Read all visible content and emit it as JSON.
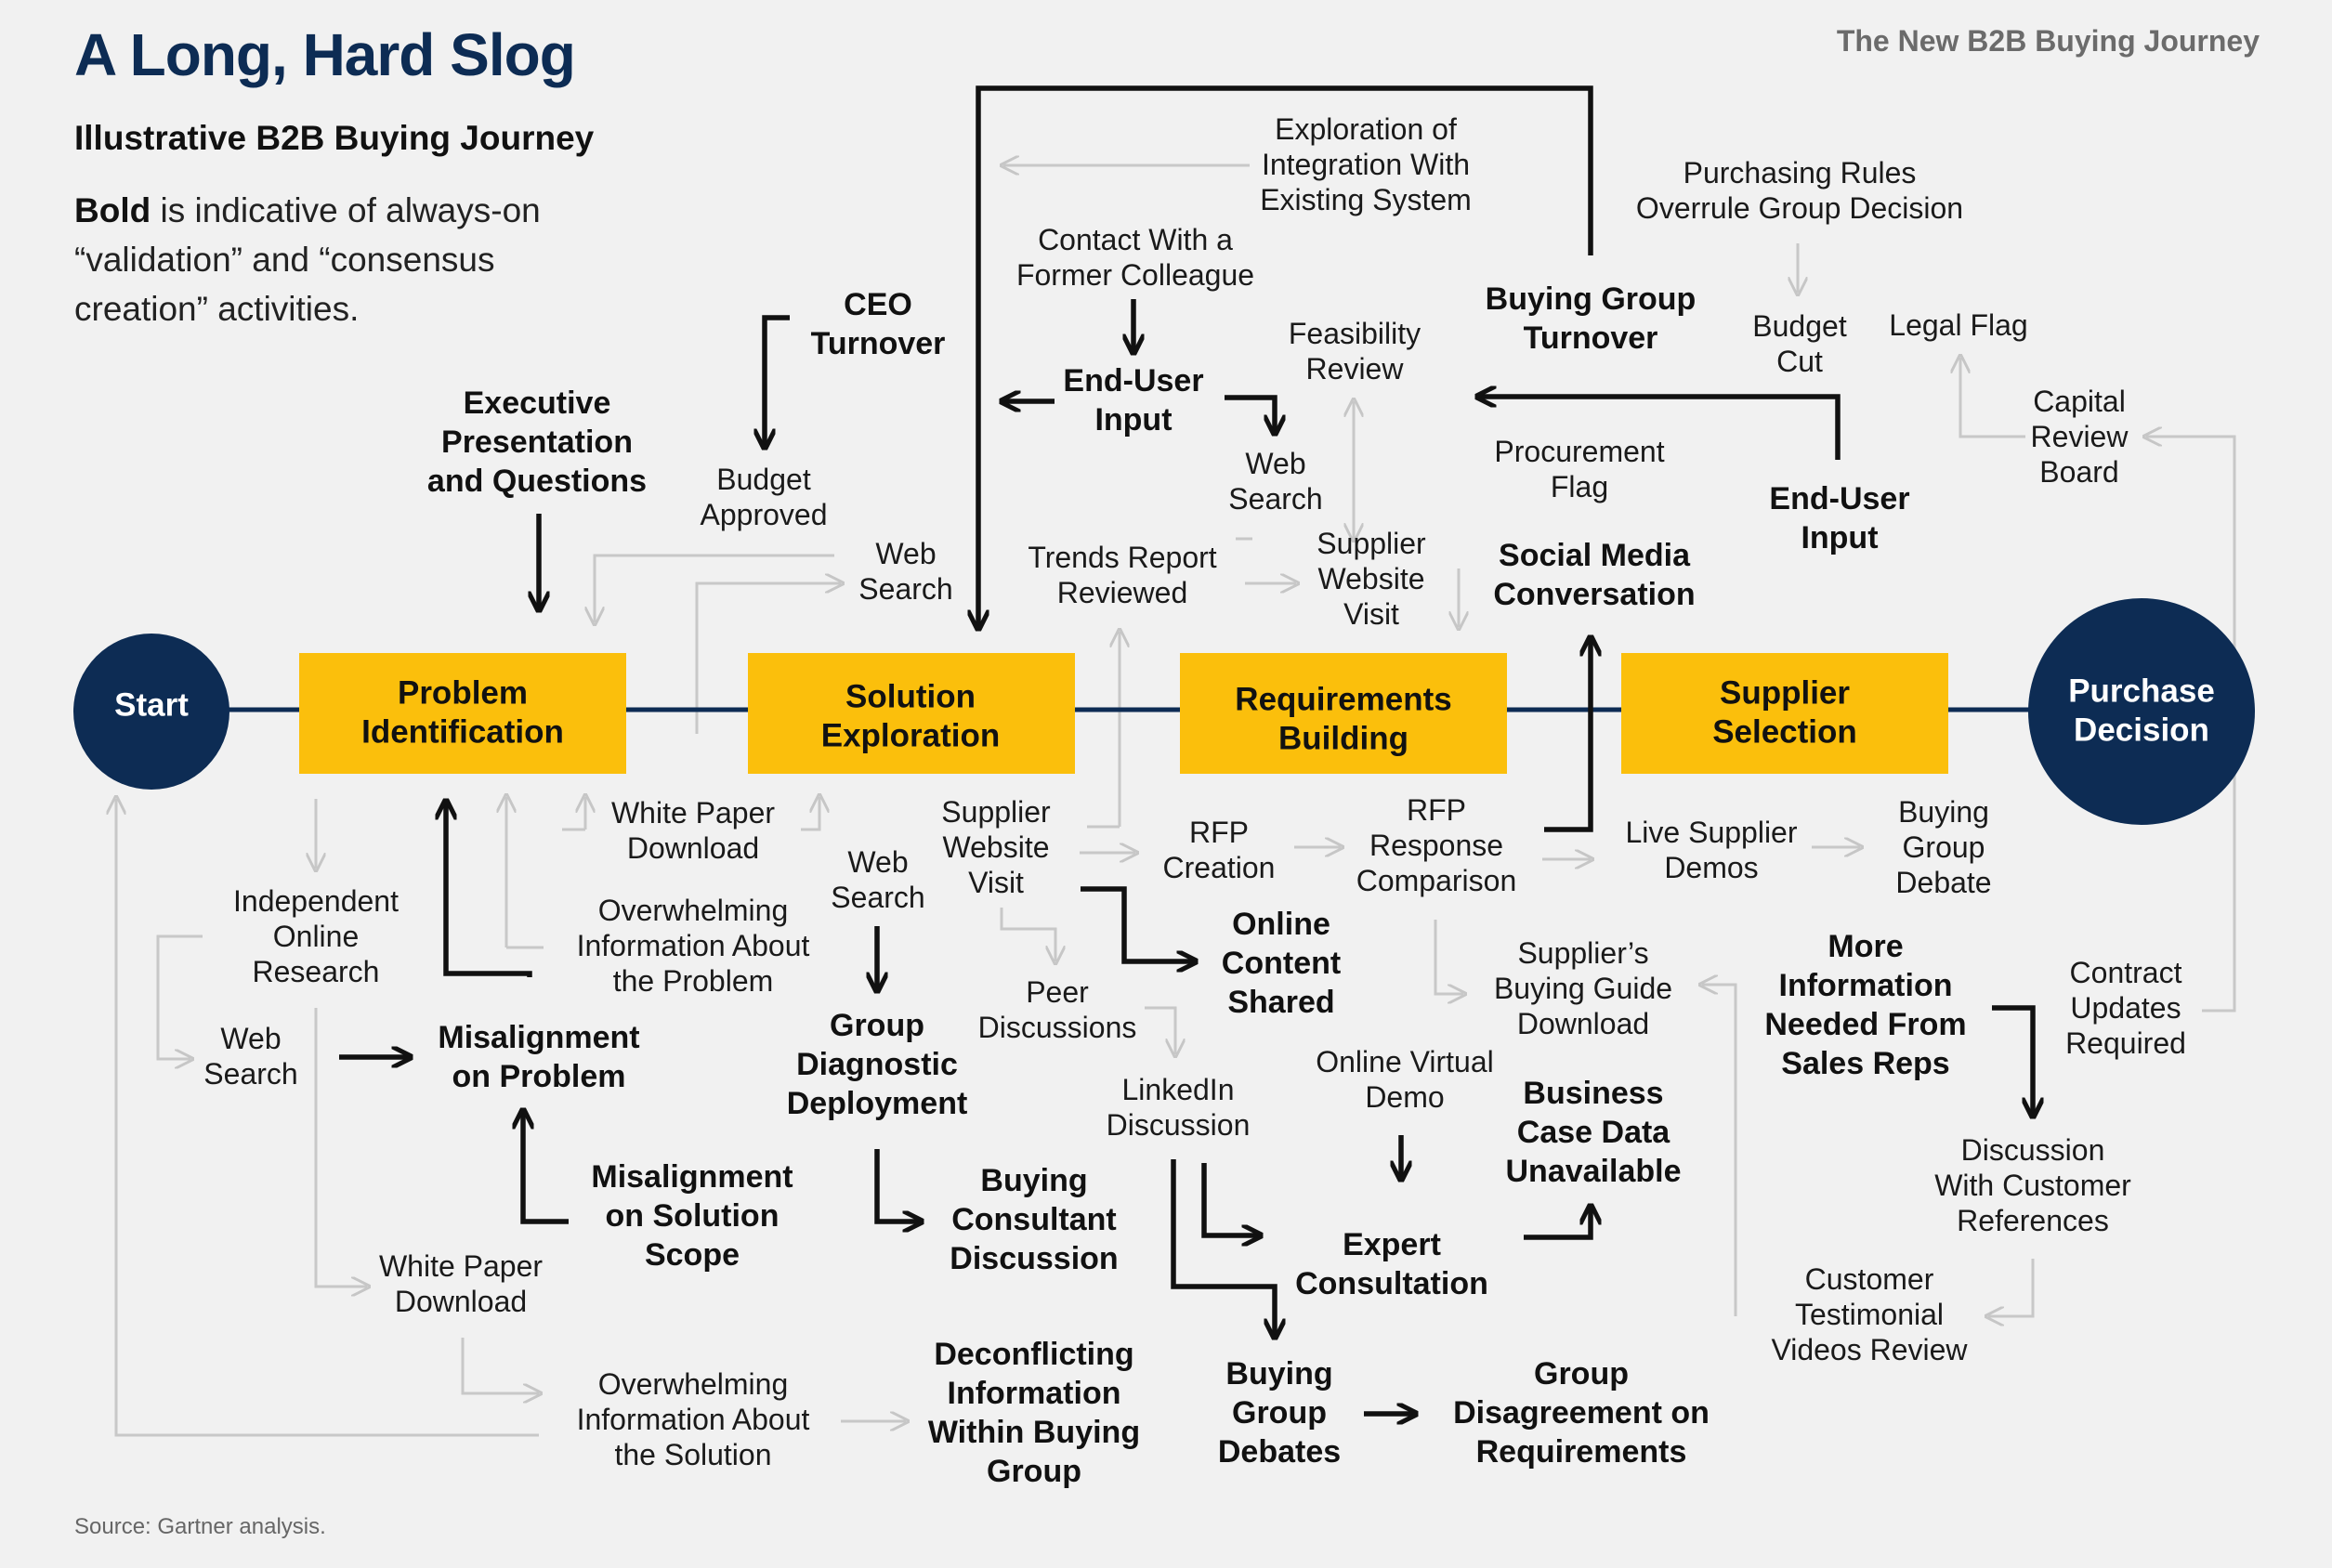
{
  "header": {
    "title": "A Long, Hard Slog",
    "subtitle": "Illustrative B2B Buying Journey",
    "note_bold": "Bold",
    "note_rest": " is indicative of always-on “validation” and “consensus creation” activities.",
    "brand": "The New B2B Buying Journey"
  },
  "footer": {
    "source": "Source: Gartner analysis."
  },
  "colors": {
    "navy": "#0d2c54",
    "yellow": "#fbbf0c",
    "black_arrow": "#111111",
    "gray_arrow": "#c8c8c8",
    "background": "#f1f1f1"
  },
  "nodes": {
    "start": {
      "label": "Start"
    },
    "purchase": {
      "label": [
        "Purchase",
        "Decision"
      ]
    },
    "stages": [
      {
        "label": [
          "Problem",
          "Identification"
        ]
      },
      {
        "label": [
          "Solution",
          "Exploration"
        ]
      },
      {
        "label": [
          "Requirements",
          "Building"
        ]
      },
      {
        "label": [
          "Supplier",
          "Selection"
        ]
      }
    ]
  },
  "activities": {
    "bold": [
      {
        "label": [
          "Executive",
          "Presentation",
          "and Questions"
        ]
      },
      {
        "label": [
          "CEO",
          "Turnover"
        ]
      },
      {
        "label": [
          "End-User",
          "Input"
        ]
      },
      {
        "label": [
          "Buying Group",
          "Turnover"
        ]
      },
      {
        "label": [
          "End-User",
          "Input"
        ]
      },
      {
        "label": [
          "Social Media",
          "Conversation"
        ]
      },
      {
        "label": [
          "Misalignment",
          "on Problem"
        ]
      },
      {
        "label": [
          "Misalignment",
          "on Solution",
          "Scope"
        ]
      },
      {
        "label": [
          "Group",
          "Diagnostic",
          "Deployment"
        ]
      },
      {
        "label": [
          "Buying",
          "Consultant",
          "Discussion"
        ]
      },
      {
        "label": [
          "Online",
          "Content",
          "Shared"
        ]
      },
      {
        "label": [
          "Deconflicting",
          "Information",
          "Within Buying",
          "Group"
        ]
      },
      {
        "label": [
          "Buying",
          "Group",
          "Debates"
        ]
      },
      {
        "label": [
          "Group",
          "Disagreement on",
          "Requirements"
        ]
      },
      {
        "label": [
          "Expert",
          "Consultation"
        ]
      },
      {
        "label": [
          "Business",
          "Case Data",
          "Unavailable"
        ]
      },
      {
        "label": [
          "More",
          "Information",
          "Needed From",
          "Sales Reps"
        ]
      }
    ],
    "regular": [
      {
        "label": [
          "Budget",
          "Approved"
        ]
      },
      {
        "label": [
          "Web",
          "Search"
        ]
      },
      {
        "label": [
          "Exploration of",
          "Integration With",
          "Existing System"
        ]
      },
      {
        "label": [
          "Contact With a",
          "Former Colleague"
        ]
      },
      {
        "label": [
          "Feasibility",
          "Review"
        ]
      },
      {
        "label": [
          "Web",
          "Search"
        ]
      },
      {
        "label": [
          "Trends Report",
          "Reviewed"
        ]
      },
      {
        "label": [
          "Supplier",
          "Website",
          "Visit"
        ]
      },
      {
        "label": [
          "Procurement",
          "Flag"
        ]
      },
      {
        "label": [
          "Purchasing Rules",
          "Overrule Group Decision"
        ]
      },
      {
        "label": [
          "Budget",
          "Cut"
        ]
      },
      {
        "label": [
          "Legal Flag"
        ]
      },
      {
        "label": [
          "Capital",
          "Review",
          "Board"
        ]
      },
      {
        "label": [
          "Independent",
          "Online",
          "Research"
        ]
      },
      {
        "label": [
          "Web",
          "Search"
        ]
      },
      {
        "label": [
          "White Paper",
          "Download"
        ]
      },
      {
        "label": [
          "Overwhelming",
          "Information About",
          "the Problem"
        ]
      },
      {
        "label": [
          "White Paper",
          "Download"
        ]
      },
      {
        "label": [
          "Overwhelming",
          "Information About",
          "the Solution"
        ]
      },
      {
        "label": [
          "Web",
          "Search"
        ]
      },
      {
        "label": [
          "Supplier",
          "Website",
          "Visit"
        ]
      },
      {
        "label": [
          "Peer",
          "Discussions"
        ]
      },
      {
        "label": [
          "LinkedIn",
          "Discussion"
        ]
      },
      {
        "label": [
          "RFP",
          "Creation"
        ]
      },
      {
        "label": [
          "RFP",
          "Response",
          "Comparison"
        ]
      },
      {
        "label": [
          "Live Supplier",
          "Demos"
        ]
      },
      {
        "label": [
          "Buying",
          "Group",
          "Debate"
        ]
      },
      {
        "label": [
          "Supplier’s",
          "Buying Guide",
          "Download"
        ]
      },
      {
        "label": [
          "Online Virtual",
          "Demo"
        ]
      },
      {
        "label": [
          "Contract",
          "Updates",
          "Required"
        ]
      },
      {
        "label": [
          "Discussion",
          "With Customer",
          "References"
        ]
      },
      {
        "label": [
          "Customer",
          "Testimonial",
          "Videos Review"
        ]
      }
    ]
  }
}
